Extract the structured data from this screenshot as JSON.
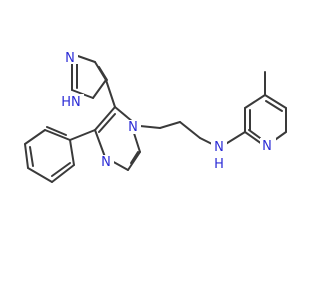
{
  "molecule": {
    "atoms": {
      "n_imid_top": "N",
      "nh_imid_top": "HN",
      "n1_imid_main": "N",
      "n3_imid_main": "N",
      "nh_linker": "N",
      "h_linker": "H",
      "n_pyridine": "N"
    }
  },
  "colors": {
    "bond": "#3a3a3a",
    "heteroatom": "#2b2bd6",
    "background": "#ffffff"
  }
}
